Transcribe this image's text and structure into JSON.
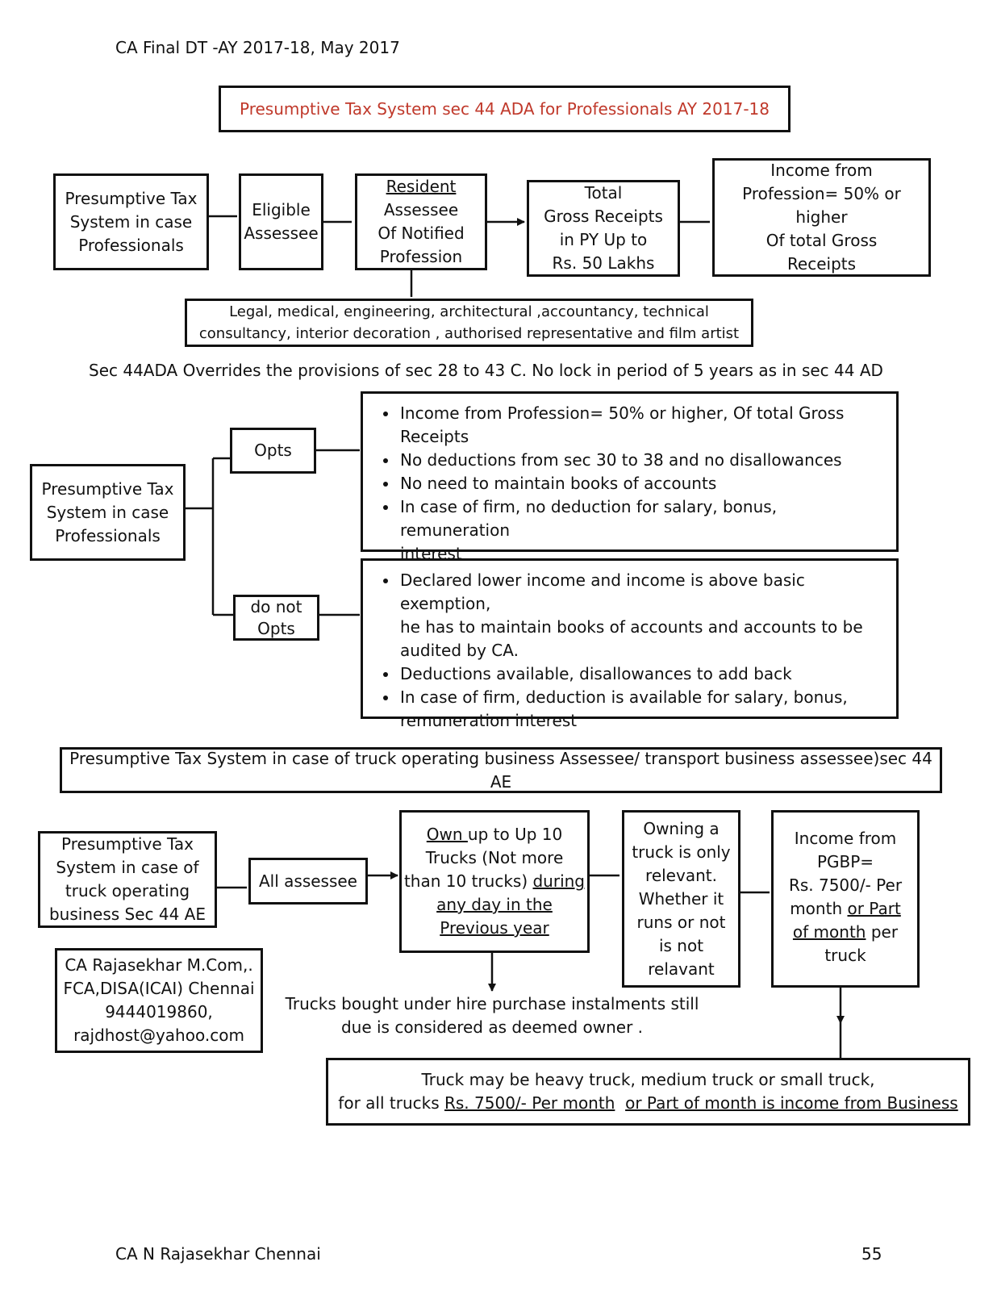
{
  "header": {
    "left": "CA Final DT -AY 2017-18, May 2017"
  },
  "footer": {
    "left": "CA N Rajasekhar Chennai",
    "page": "55"
  },
  "colors": {
    "title_red": "#c0392b",
    "line": "#111111"
  },
  "section1": {
    "title": "Presumptive Tax System  sec 44 ADA for Professionals AY 2017-18",
    "flow": {
      "b1": [
        "Presumptive Tax",
        "System   in case",
        "Professionals"
      ],
      "b2": [
        "Eligible",
        "Assessee"
      ],
      "b3_ul": "Resident",
      "b3": [
        "Assessee",
        "Of Notified",
        "Profession"
      ],
      "b4": [
        "Total",
        "Gross Receipts",
        "in PY Up to",
        "Rs. 50 Lakhs"
      ],
      "b5": [
        "Income from",
        "Profession= 50% or",
        "higher",
        "Of total Gross",
        "Receipts"
      ]
    },
    "professions": [
      "Legal, medical,  engineering,  architectural ,accountancy, technical",
      "consultancy, interior decoration , authorised representative  and film artist"
    ],
    "note": "Sec 44ADA Overrides the provisions of sec 28 to 43 C. No lock in period of 5 years as in sec 44 AD"
  },
  "section2": {
    "root": [
      "Presumptive Tax",
      "System   in case",
      "Professionals"
    ],
    "opts_label": "Opts",
    "donot_label": [
      "do not",
      "Opts"
    ],
    "opts_points": [
      [
        "Income from Profession= 50% or higher, Of total Gross",
        "Receipts"
      ],
      [
        "No deductions from sec 30 to 38 and no disallowances"
      ],
      [
        "No need to maintain books of accounts"
      ],
      [
        "In case of firm, no deduction  for salary, bonus, remuneration",
        "interest"
      ]
    ],
    "donot_points": [
      [
        "Declared lower income and income is above basic exemption,",
        "he has to maintain books of accounts and accounts to be",
        "audited by CA."
      ],
      [
        "Deductions available, disallowances to add back"
      ],
      [
        "In case of firm, deduction  is available for salary, bonus,",
        "remuneration interest"
      ]
    ]
  },
  "section3": {
    "title": "Presumptive Tax System   in case of truck operating business Assessee/  transport business assessee)sec 44 AE",
    "b1": [
      "Presumptive Tax",
      "System   in case of",
      "truck operating",
      "business Sec 44 AE"
    ],
    "b2": "All assessee",
    "b3": {
      "own": "Own ",
      "l1_rest": "up to  Up  10",
      "l2": "Trucks (Not more",
      "l3_plain": "than 10 trucks) ",
      "l3_ul": "during",
      "l4": "any day in the",
      "l5": "Previous year"
    },
    "b4": [
      "Owning a",
      "truck is only",
      "relevant.",
      "Whether it",
      "runs or not",
      "is not",
      "relavant"
    ],
    "b5": {
      "l1": "Income from",
      "l2": "PGBP=",
      "l3": "Rs. 7500/- Per",
      "l4_plain": "month  ",
      "l4_ul": "or Part",
      "l5_ul": "of month",
      "l5_plain": " per",
      "l6": "truck"
    },
    "contact": [
      "CA Rajasekhar M.Com,.",
      "FCA,DISA(ICAI)  Chennai",
      "9444019860,",
      "rajdhost@yahoo.com"
    ],
    "hire_note": [
      "Trucks bought under hire purchase instalments still",
      "due is considered as deemed owner ."
    ],
    "truck_note": {
      "l1": "Truck may be heavy truck, medium truck or small truck,",
      "l2_a": "for all trucks ",
      "l2_b": "Rs. 7500/- Per month",
      "l2_c": "  ",
      "l2_d": "or Part of month is income from Business"
    }
  }
}
